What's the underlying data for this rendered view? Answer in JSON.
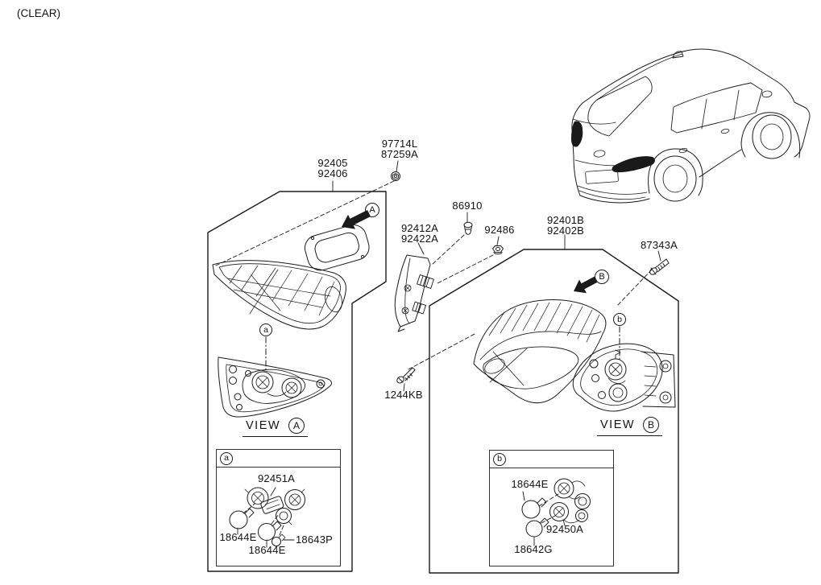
{
  "colors": {
    "ink": "#1a1a1a",
    "background": "#ffffff"
  },
  "note": "(CLEAR)",
  "parts": {
    "grommet": {
      "line1": "97714L",
      "line2": "87259A"
    },
    "inner_lamp": {
      "line1": "92405",
      "line2": "92406"
    },
    "screw_86910": "86910",
    "bracket": {
      "line1": "92412A",
      "line2": "92422A"
    },
    "nut_92486": "92486",
    "outer_lamp": {
      "line1": "92401B",
      "line2": "92402B"
    },
    "bolt_87343a": "87343A",
    "screw_1244kb": "1244KB"
  },
  "callouts": {
    "arrow_a": "A",
    "arrow_b": "B",
    "detail_a": "a",
    "detail_b": "b"
  },
  "views": {
    "a": {
      "word": "VIEW",
      "letter": "A"
    },
    "b": {
      "word": "VIEW",
      "letter": "B"
    }
  },
  "detail_a": {
    "header": "a",
    "holder": "92451A",
    "bulb_left": "18644E",
    "bulb_bottom": "18644E",
    "bulb_small": "18643P"
  },
  "detail_b": {
    "header": "b",
    "bulb_top": "18644E",
    "holder": "92450A",
    "bulb_bottom": "18642G"
  }
}
